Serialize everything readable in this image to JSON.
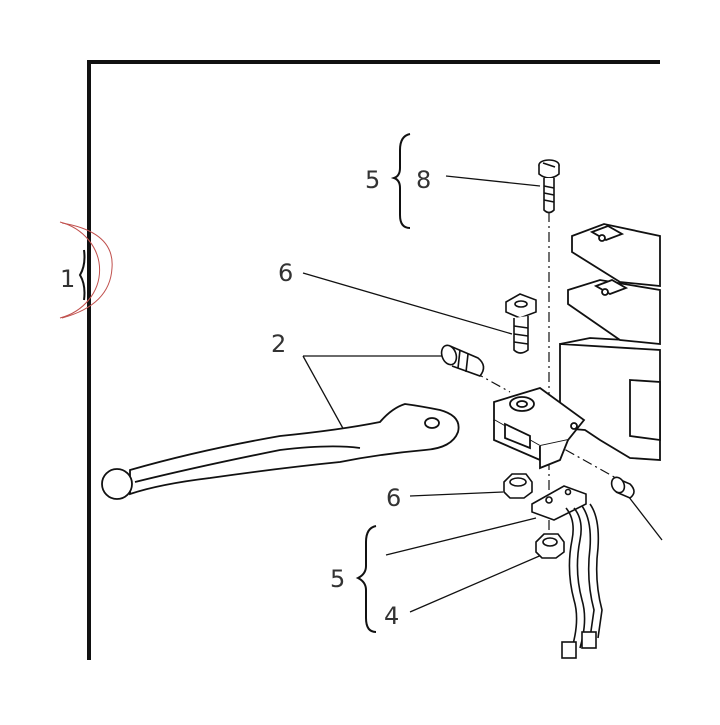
{
  "colors": {
    "line": "#111111",
    "label": "#333333",
    "callout_circle": "#c0504d",
    "background": "#ffffff"
  },
  "callouts": {
    "assembly_1": "1",
    "group_5_top": "5",
    "screw_8": "8",
    "pin_6_top": "6",
    "lever_2": "2",
    "nut_6_lower": "6",
    "group_5_bottom": "5",
    "nut_4": "4"
  }
}
